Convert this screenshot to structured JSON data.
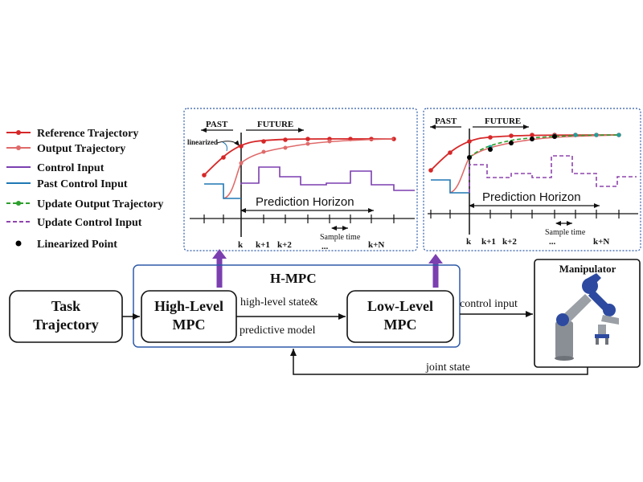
{
  "legend": {
    "items": [
      {
        "label": "Reference Trajectory",
        "color": "#d62728",
        "style": "solid-dot"
      },
      {
        "label": "Output Trajectory",
        "color": "#e06a6a",
        "style": "solid-dot"
      },
      {
        "label": "Control Input",
        "color": "#7b3fb0",
        "style": "solid"
      },
      {
        "label": "Past Control Input",
        "color": "#1f77b4",
        "style": "solid"
      },
      {
        "label": "Update Output Trajectory",
        "color": "#2ca02c",
        "style": "dashed-dot"
      },
      {
        "label": "Update Control Input",
        "color": "#8e44ad",
        "style": "dashed"
      },
      {
        "label": "Linearized Point",
        "color": "#000000",
        "style": "dot"
      }
    ]
  },
  "panel_left": {
    "past": "PAST",
    "future": "FUTURE",
    "linearized": "linearized",
    "prediction_horizon": "Prediction Horizon",
    "sample_time": "Sample time",
    "ticks": [
      "k",
      "k+1",
      "k+2",
      "...",
      "k+N"
    ]
  },
  "panel_right": {
    "past": "PAST",
    "future": "FUTURE",
    "prediction_horizon": "Prediction Horizon",
    "sample_time": "Sample time",
    "ticks": [
      "k",
      "k+1",
      "k+2",
      "...",
      "k+N"
    ]
  },
  "blocks": {
    "task_trajectory": [
      "Task",
      "Trajectory"
    ],
    "hmpc_title": "H-MPC",
    "high_level": [
      "High-Level",
      "MPC"
    ],
    "low_level": [
      "Low-Level",
      "MPC"
    ],
    "manipulator": "Manipulator",
    "arrow_top_label": "high-level state&",
    "arrow_bottom_label": "predictive model",
    "control_input": "control input",
    "joint_state": "joint state"
  },
  "colors": {
    "panel_border": "#2e5aa8",
    "hmpc_border": "#2e5aa8",
    "purple_arrow": "#7b3fb0"
  }
}
